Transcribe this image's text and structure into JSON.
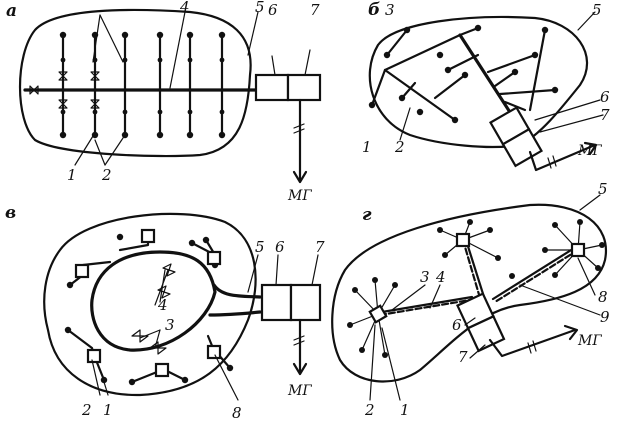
{
  "panels": [
    {
      "key": "a",
      "letter": "а",
      "labels": {
        "n1": "1",
        "n2": "2",
        "n4": "4",
        "n5": "5",
        "n6": "6",
        "n7": "7"
      },
      "output": "МГ"
    },
    {
      "key": "b",
      "letter": "б",
      "labels": {
        "n1": "1",
        "n2": "2",
        "n3": "3",
        "n5": "5",
        "n6": "6",
        "n7": "7"
      },
      "output": "МГ"
    },
    {
      "key": "v",
      "letter": "в",
      "labels": {
        "n1": "1",
        "n2": "2",
        "n3": "3",
        "n4": "4",
        "n5": "5",
        "n6": "6",
        "n7": "7",
        "n8": "8"
      },
      "output": "МГ"
    },
    {
      "key": "g",
      "letter": "г",
      "labels": {
        "n1": "1",
        "n2": "2",
        "n3": "3",
        "n4": "4",
        "n5": "5",
        "n6": "6",
        "n7": "7",
        "n8": "8",
        "n9": "9"
      },
      "output": "МГ"
    }
  ]
}
